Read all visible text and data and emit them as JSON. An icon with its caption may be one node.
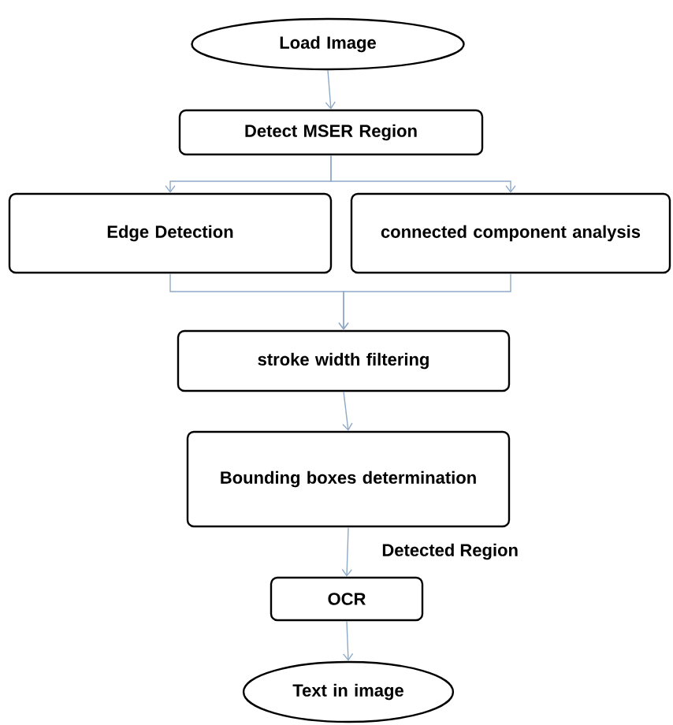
{
  "diagram": {
    "nodes": [
      {
        "text": [
          "Load Image"
        ]
      },
      {
        "text": [
          "Detect MSER Region"
        ]
      },
      {
        "text": [
          "Edge Detection"
        ]
      },
      {
        "text": [
          "connected component analysis"
        ]
      },
      {
        "text": [
          "stroke width filtering"
        ]
      },
      {
        "text": [
          "Bounding boxes determination"
        ]
      },
      {
        "text": [
          "OCR"
        ]
      },
      {
        "text": [
          "Text in image"
        ]
      }
    ],
    "edges": [
      {
        "from": 0,
        "to": 1,
        "arrow": "to"
      },
      {
        "from": 1,
        "to": 2,
        "arrow": "to"
      },
      {
        "from": 1,
        "to": 3,
        "arrow": "to"
      },
      {
        "from": 2,
        "to": 4,
        "arrow": "to"
      },
      {
        "from": 3,
        "to": 4,
        "arrow": "to"
      },
      {
        "from": 4,
        "to": 5,
        "arrow": "to"
      },
      {
        "from": 5,
        "to": 6,
        "arrow": "to",
        "label": "Detected Region"
      },
      {
        "from": 6,
        "to": 7,
        "arrow": "to"
      }
    ]
  }
}
